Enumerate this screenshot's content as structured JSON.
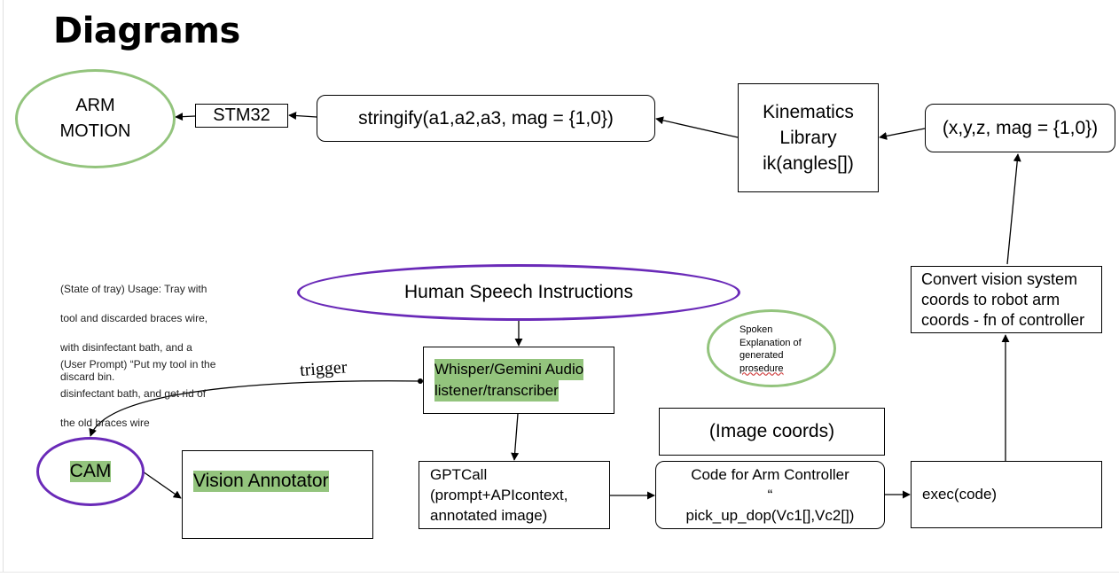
{
  "title": "Diagrams",
  "nodes": {
    "arm_motion": [
      "ARM",
      "MOTION"
    ],
    "stm32": "STM32",
    "stringify": "stringify(a1,a2,a3, mag = {1,0})",
    "kinematics": [
      "Kinematics",
      "Library",
      "ik(angles[])"
    ],
    "xyz": "(x,y,z, mag = {1,0})",
    "convert": [
      "Convert vision system",
      "coords to robot arm",
      "coords - fn of controller"
    ],
    "speech": "Human Speech Instructions",
    "spoken": [
      "Spoken",
      "Explanation of",
      "generated",
      "prosedure"
    ],
    "whisper": [
      "Whisper/Gemini Audio",
      "listener/transcriber"
    ],
    "image_coords": "(Image coords)",
    "cam": "CAM",
    "vision_annotator": "Vision Annotator",
    "gptcall": [
      "GPTCall",
      "(prompt+APIcontext,",
      "annotated image)"
    ],
    "code": [
      "Code for Arm Controller",
      "“",
      "pick_up_dop(Vc1[],Vc2[])"
    ],
    "exec": "exec(code)"
  },
  "edge_labels": {
    "trigger": "trigger"
  },
  "notes": {
    "state": [
      "(State of tray) Usage: Tray with",
      "tool and discarded braces wire,",
      "with disinfectant bath, and a",
      "discard bin."
    ],
    "prompt": [
      "(User Prompt) “Put my tool in the",
      "disinfectant bath, and get rid of",
      "the old braces wire"
    ]
  },
  "colors": {
    "green_outline": "#93c47d",
    "purple_outline": "#6a2ab8",
    "highlight": "#93c47d"
  }
}
